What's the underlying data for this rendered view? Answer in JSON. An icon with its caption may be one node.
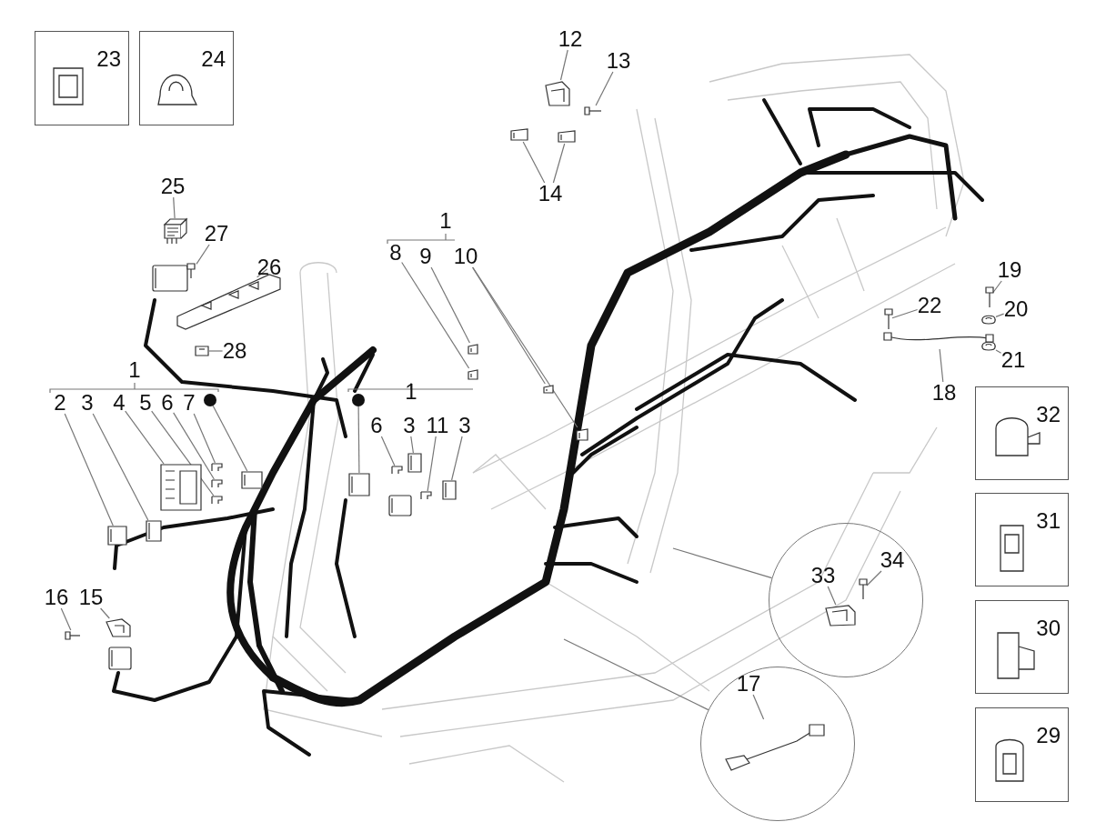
{
  "diagram": {
    "nodes": [
      {
        "text": [
          "23"
        ]
      },
      {
        "text": [
          "24"
        ]
      },
      {
        "text": [
          "12"
        ]
      },
      {
        "text": [
          "13"
        ]
      },
      {
        "text": [
          "14"
        ]
      },
      {
        "text": [
          "25"
        ]
      },
      {
        "text": [
          "27"
        ]
      },
      {
        "text": [
          "26"
        ]
      },
      {
        "text": [
          "28"
        ]
      },
      {
        "text": [
          "1"
        ]
      },
      {
        "text": [
          "2"
        ]
      },
      {
        "text": [
          "3"
        ]
      },
      {
        "text": [
          "4"
        ]
      },
      {
        "text": [
          "5"
        ]
      },
      {
        "text": [
          "6"
        ]
      },
      {
        "text": [
          "7"
        ]
      },
      {
        "text": [],
        "shape": "circle"
      },
      {
        "text": [
          "1"
        ]
      },
      {
        "text": [
          "8"
        ]
      },
      {
        "text": [
          "9"
        ]
      },
      {
        "text": [
          "10"
        ]
      },
      {
        "text": [
          "1"
        ]
      },
      {
        "text": [],
        "shape": "circle"
      },
      {
        "text": [
          "6"
        ]
      },
      {
        "text": [
          "3"
        ]
      },
      {
        "text": [
          "11"
        ]
      },
      {
        "text": [
          "3"
        ]
      },
      {
        "text": [
          "15"
        ]
      },
      {
        "text": [
          "16"
        ]
      },
      {
        "text": [
          "19"
        ]
      },
      {
        "text": [
          "22"
        ]
      },
      {
        "text": [
          "20"
        ]
      },
      {
        "text": [
          "21"
        ]
      },
      {
        "text": [
          "18"
        ]
      },
      {
        "text": [
          "32"
        ]
      },
      {
        "text": [
          "31"
        ]
      },
      {
        "text": [
          "30"
        ]
      },
      {
        "text": [
          "29"
        ]
      },
      {
        "text": [],
        "shape": "circle"
      },
      {
        "text": [
          "33"
        ],
        "in": 38
      },
      {
        "text": [
          "34"
        ],
        "in": 38
      },
      {
        "text": [],
        "shape": "circle"
      },
      {
        "text": [
          "17"
        ],
        "in": 41
      },
      {
        "text": [],
        "shape": "picture"
      },
      {
        "text": [],
        "shape": "picture"
      },
      {
        "text": [],
        "shape": "picture"
      },
      {
        "text": [],
        "shape": "picture"
      },
      {
        "text": [],
        "shape": "picture"
      },
      {
        "text": [],
        "shape": "picture"
      },
      {
        "text": [],
        "shape": "picture"
      },
      {
        "text": [],
        "shape": "picture"
      },
      {
        "text": [],
        "shape": "picture"
      },
      {
        "text": [],
        "shape": "picture"
      },
      {
        "text": [],
        "shape": "picture"
      },
      {
        "text": [],
        "shape": "picture"
      },
      {
        "text": [],
        "shape": "picture"
      },
      {
        "text": [],
        "shape": "picture"
      },
      {
        "text": [],
        "shape": "picture"
      },
      {
        "text": [],
        "shape": "picture"
      },
      {
        "text": [],
        "shape": "picture"
      },
      {
        "text": [],
        "shape": "picture"
      },
      {
        "text": [],
        "shape": "picture"
      },
      {
        "text": [],
        "shape": "picture"
      },
      {
        "text": [],
        "shape": "picture"
      },
      {
        "text": [],
        "shape": "picture"
      },
      {
        "text": [],
        "shape": "picture"
      },
      {
        "text": [],
        "shape": "picture"
      },
      {
        "text": [],
        "shape": "picture"
      },
      {
        "text": [],
        "shape": "picture"
      },
      {
        "text": [],
        "shape": "picture"
      },
      {
        "text": [],
        "shape": "picture"
      },
      {
        "text": [],
        "shape": "picture"
      },
      {
        "text": [],
        "shape": "picture"
      },
      {
        "text": [],
        "shape": "picture"
      },
      {
        "text": [],
        "shape": "picture",
        "in": 38
      },
      {
        "text": [],
        "shape": "picture",
        "in": 38
      },
      {
        "text": [],
        "shape": "picture",
        "in": 41
      }
    ],
    "edges": [
      {
        "from": 2,
        "to": 43,
        "arrow": "none"
      },
      {
        "from": 3,
        "to": 44,
        "arrow": "none"
      },
      {
        "from": 4,
        "to": 45,
        "arrow": "none"
      },
      {
        "from": 4,
        "to": 46,
        "arrow": "none"
      },
      {
        "from": 5,
        "to": 47,
        "arrow": "none"
      },
      {
        "from": 6,
        "to": 48,
        "arrow": "none"
      },
      {
        "from": 7,
        "to": 49,
        "arrow": "none"
      },
      {
        "from": 8,
        "to": 50,
        "arrow": "none"
      },
      {
        "from": 10,
        "to": 51,
        "arrow": "none"
      },
      {
        "from": 11,
        "to": 52,
        "arrow": "none"
      },
      {
        "from": 12,
        "to": 53,
        "arrow": "none"
      },
      {
        "from": 13,
        "to": 54,
        "arrow": "none"
      },
      {
        "from": 14,
        "to": 55,
        "arrow": "none"
      },
      {
        "from": 15,
        "to": 56,
        "arrow": "none"
      },
      {
        "from": 16,
        "to": 57,
        "arrow": "none"
      },
      {
        "from": 18,
        "to": 58,
        "arrow": "none"
      },
      {
        "from": 19,
        "to": 59,
        "arrow": "none"
      },
      {
        "from": 20,
        "to": 60,
        "arrow": "none"
      },
      {
        "from": 20,
        "to": 61,
        "arrow": "none"
      },
      {
        "from": 22,
        "to": 62,
        "arrow": "none"
      },
      {
        "from": 23,
        "to": 63,
        "arrow": "none"
      },
      {
        "from": 24,
        "to": 64,
        "arrow": "none"
      },
      {
        "from": 25,
        "to": 65,
        "arrow": "none"
      },
      {
        "from": 26,
        "to": 66,
        "arrow": "none"
      },
      {
        "from": 27,
        "to": 67,
        "arrow": "none"
      },
      {
        "from": 28,
        "to": 68,
        "arrow": "none"
      },
      {
        "from": 29,
        "to": 69,
        "arrow": "none"
      },
      {
        "from": 30,
        "to": 70,
        "arrow": "none"
      },
      {
        "from": 31,
        "to": 71,
        "arrow": "none"
      },
      {
        "from": 32,
        "to": 72,
        "arrow": "none"
      },
      {
        "from": 33,
        "to": 73,
        "arrow": "none"
      },
      {
        "from": 38,
        "to": null,
        "arrow": "none"
      },
      {
        "from": 41,
        "to": null,
        "arrow": "none"
      },
      {
        "from": 39,
        "to": 74,
        "arrow": "none"
      },
      {
        "from": 40,
        "to": 75,
        "arrow": "none"
      },
      {
        "from": 42,
        "to": 76,
        "arrow": "none"
      }
    ]
  }
}
